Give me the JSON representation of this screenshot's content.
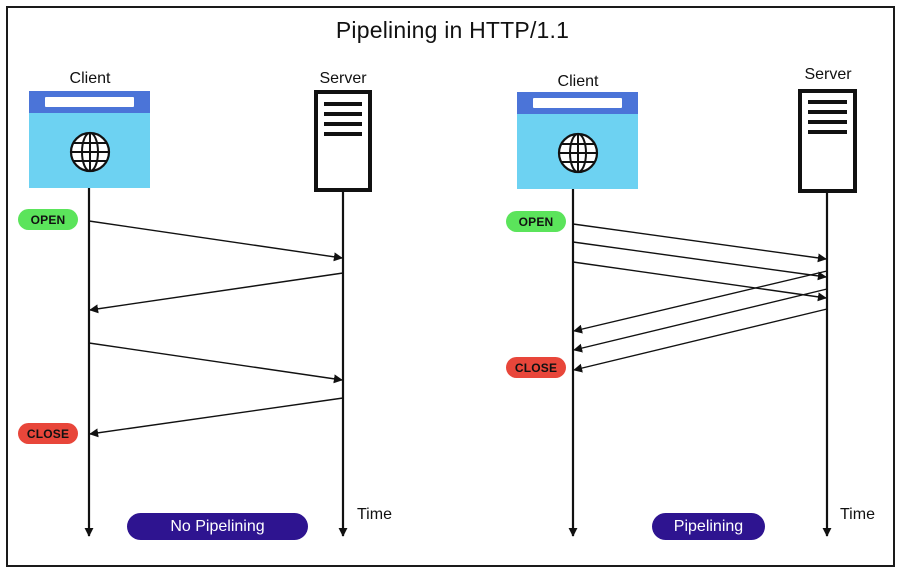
{
  "title": "Pipelining in HTTP/1.1",
  "left": {
    "client_label": "Client",
    "server_label": "Server",
    "open_label": "OPEN",
    "close_label": "CLOSE",
    "time_label": "Time",
    "caption": "No Pipelining"
  },
  "right": {
    "client_label": "Client",
    "server_label": "Server",
    "open_label": "OPEN",
    "close_label": "CLOSE",
    "time_label": "Time",
    "caption": "Pipelining"
  },
  "colors": {
    "browser_bar": "#4b74d8",
    "browser_body": "#6dd2f2",
    "open_green": "#5be45b",
    "close_red": "#e8463a",
    "caption_purple": "#2e1490"
  },
  "icons": [
    "globe-icon",
    "server-icon",
    "browser-window-icon"
  ]
}
